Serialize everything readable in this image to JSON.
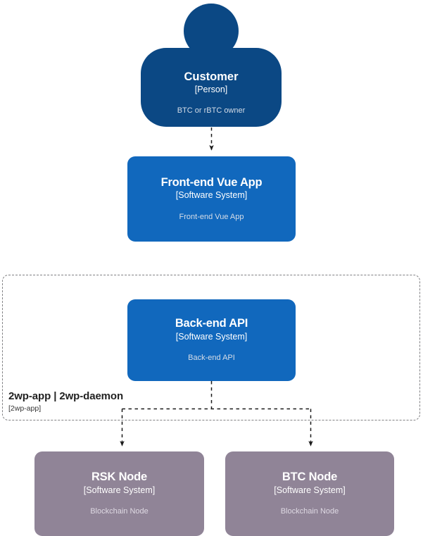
{
  "diagram": {
    "type": "c4-system-context",
    "background": "#ffffff",
    "colors": {
      "person": "#0B4884",
      "software_system": "#1168BD",
      "external_system": "#908497",
      "boundary_border": "#808083",
      "connector": "#1a1a1a",
      "title_text": "#ffffff",
      "description_text": "#d6dde7"
    }
  },
  "nodes": {
    "customer": {
      "title": "Customer",
      "type": "[Person]",
      "description": "BTC or rBTC owner",
      "shape": "person"
    },
    "frontend": {
      "title": "Front-end Vue App",
      "type": "[Software System]",
      "description": "Front-end Vue App",
      "shape": "box"
    },
    "backend": {
      "title": "Back-end API",
      "type": "[Software System]",
      "description": "Back-end API",
      "shape": "box"
    },
    "rsk_node": {
      "title": "RSK Node",
      "type": "[Software System]",
      "description": "Blockchain Node",
      "shape": "box"
    },
    "btc_node": {
      "title": "BTC Node",
      "type": "[Software System]",
      "description": "Blockchain Node",
      "shape": "box"
    }
  },
  "boundary": {
    "label": "2wp-app | 2wp-daemon",
    "sublabel": "[2wp-app]",
    "style": "dashed",
    "contains": [
      "backend"
    ]
  },
  "connectors": [
    {
      "from": "customer",
      "to": "frontend",
      "style": "dashed",
      "arrow": "end"
    },
    {
      "from": "backend",
      "to": "rsk_node",
      "style": "dashed",
      "arrow": "end"
    },
    {
      "from": "backend",
      "to": "btc_node",
      "style": "dashed",
      "arrow": "end"
    }
  ]
}
